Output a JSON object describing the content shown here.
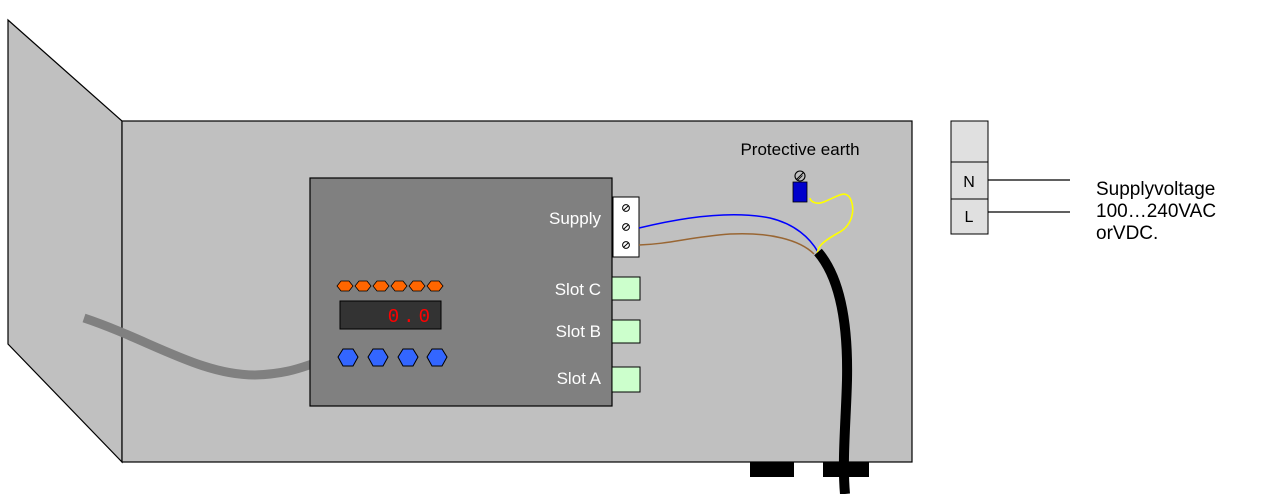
{
  "labels": {
    "protective_earth": "Protective earth",
    "supply": "Supply",
    "slot_c": "Slot C",
    "slot_b": "Slot B",
    "slot_a": "Slot A",
    "terminal_n": "N",
    "terminal_l": "L",
    "supply_voltage_line1": "Supplyvoltage",
    "supply_voltage_line2": "100…240VAC",
    "supply_voltage_line3": "orVDC."
  },
  "display": {
    "value": "0.0"
  },
  "colors": {
    "enclosure": "#c0c0c0",
    "device": "#808080",
    "slot": "#ccffcc",
    "display_bg": "#333333",
    "display_text": "#ff0000",
    "indicator_led": "#ff6600",
    "button": "#3366ff",
    "wire_blue": "#0000ff",
    "wire_brown": "#996633",
    "wire_earth": "#ffff00",
    "earth_clip": "#0000cc",
    "cable": "#000000",
    "left_cable": "#808080"
  },
  "counts": {
    "indicator_leds": 6,
    "buttons": 4,
    "supply_screws": 3
  }
}
